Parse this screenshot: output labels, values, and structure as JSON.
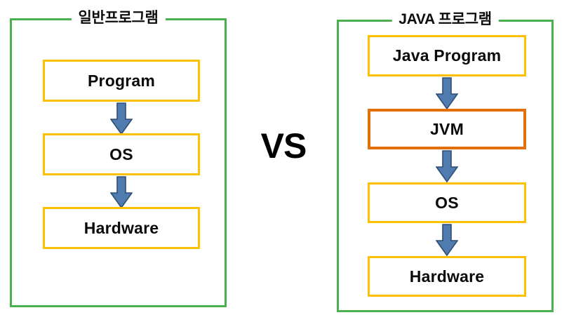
{
  "diagram": {
    "title_left": "일반프로그램",
    "title_right": "JAVA 프로그램",
    "separator": "VS",
    "colors": {
      "panel_border": "#4CAF50",
      "box_border": "#FFC000",
      "accent_box_border": "#E2700A",
      "arrow_fill": "#4F7BAF",
      "arrow_stroke": "#2F4E73",
      "text": "#0A0A0A",
      "background": "#FFFFFF"
    },
    "left_panel": {
      "label": "일반프로그램",
      "nodes": [
        {
          "label": "Program",
          "style": "normal"
        },
        {
          "label": "OS",
          "style": "normal"
        },
        {
          "label": "Hardware",
          "style": "normal"
        }
      ],
      "arrows": [
        {
          "from": "Program",
          "to": "OS",
          "direction": "down"
        },
        {
          "from": "OS",
          "to": "Hardware",
          "direction": "down"
        }
      ]
    },
    "right_panel": {
      "label": "JAVA 프로그램",
      "nodes": [
        {
          "label": "Java Program",
          "style": "normal"
        },
        {
          "label": "JVM",
          "style": "accent"
        },
        {
          "label": "OS",
          "style": "normal"
        },
        {
          "label": "Hardware",
          "style": "normal"
        }
      ],
      "arrows": [
        {
          "from": "Java Program",
          "to": "JVM",
          "direction": "down"
        },
        {
          "from": "JVM",
          "to": "OS",
          "direction": "down"
        },
        {
          "from": "OS",
          "to": "Hardware",
          "direction": "down"
        }
      ]
    }
  }
}
